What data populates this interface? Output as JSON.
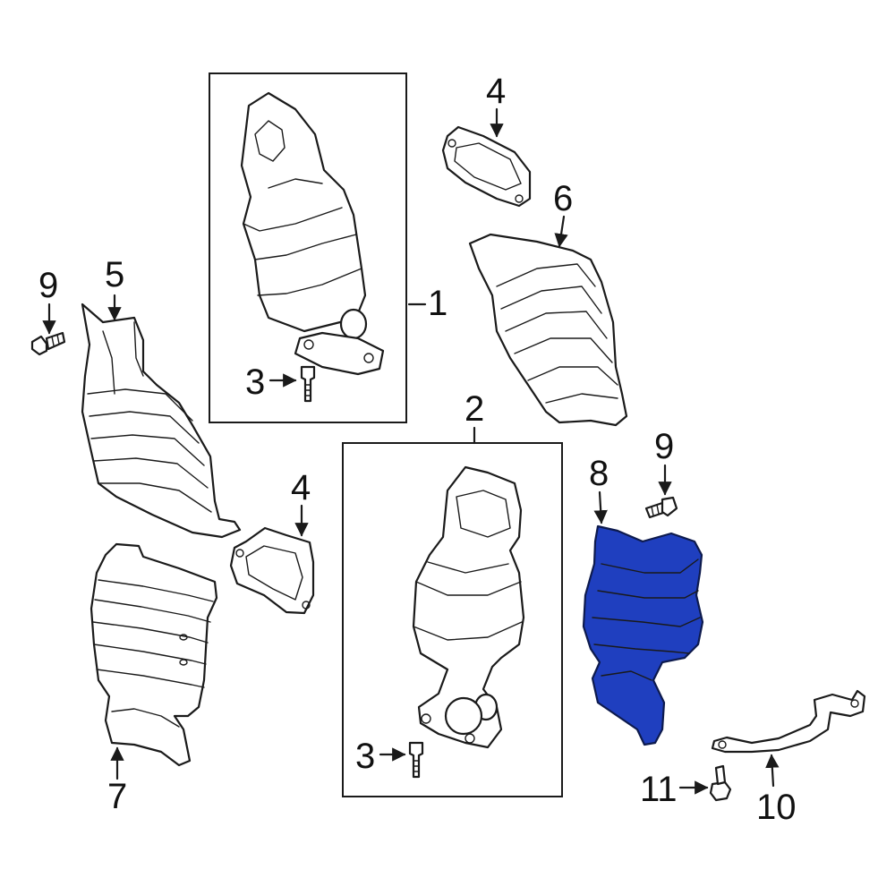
{
  "diagram": {
    "highlight_color": "#1f3fbf",
    "callouts": {
      "c1": "1",
      "c2": "2",
      "c3a": "3",
      "c3b": "3",
      "c4a": "4",
      "c4b": "4",
      "c5": "5",
      "c6": "6",
      "c7": "7",
      "c8": "8",
      "c9a": "9",
      "c9b": "9",
      "c10": "10",
      "c11": "11"
    }
  }
}
